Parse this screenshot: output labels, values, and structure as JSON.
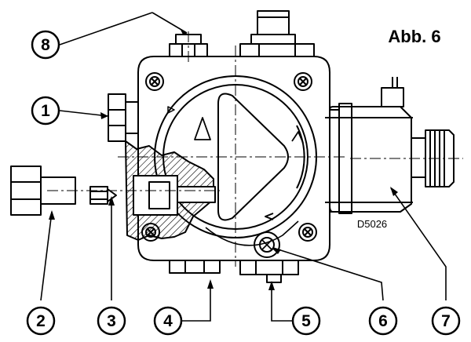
{
  "title": "Abb. 6",
  "drawing_ref": "D5026",
  "callouts": [
    {
      "id": "1",
      "label": "1"
    },
    {
      "id": "2",
      "label": "2"
    },
    {
      "id": "3",
      "label": "3"
    },
    {
      "id": "4",
      "label": "4"
    },
    {
      "id": "5",
      "label": "5"
    },
    {
      "id": "6",
      "label": "6"
    },
    {
      "id": "7",
      "label": "7"
    },
    {
      "id": "8",
      "label": "8"
    }
  ],
  "colors": {
    "line": "#000000",
    "background": "#ffffff"
  }
}
